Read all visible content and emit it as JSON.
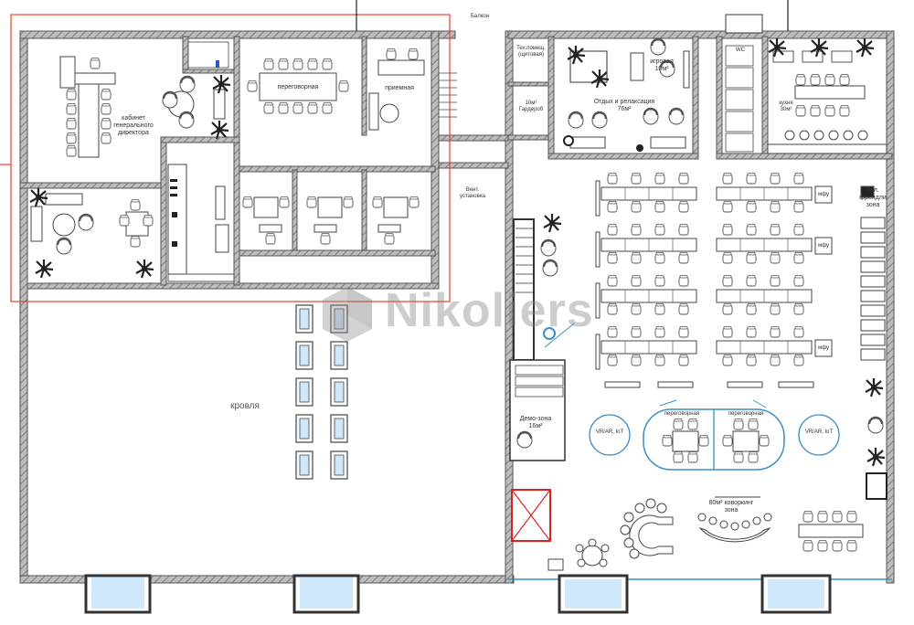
{
  "plan": {
    "watermark": "Nikoliers",
    "balcony": "Балкон",
    "ceo_office": "кабинет генерального директора",
    "meeting_room_top": "переговорная",
    "reception": "приемная",
    "roof": "кровля",
    "vent_unit": "Вент. установка",
    "tech_room": "Тех.помещ. (щитовая)",
    "wardrobe": "10м² Гардероб",
    "rest_area": "Отдых и релаксация 76м²",
    "game_room": "игровая 10м²",
    "wc": "WC",
    "kitchen_area": "кухня 30м²",
    "mfu": "мфу",
    "phone_zone": "Тел. френдли зона",
    "demo_zone": "Демо-зона 16м²",
    "vr_left": "VR/AR, IoT",
    "vr_right": "VR/AR, IoT",
    "meeting_room_a": "переговорная",
    "meeting_room_b": "переговорная",
    "coworking": "80м² коворкинг зона"
  },
  "colors": {
    "wall_hatch": "#8c8c8c",
    "highlight_frame": "#e8402a",
    "window_fill": "#cfe8fb",
    "meeting_outline": "#3a8fc7",
    "stair_red": "#e02020",
    "furniture": "#555555"
  }
}
